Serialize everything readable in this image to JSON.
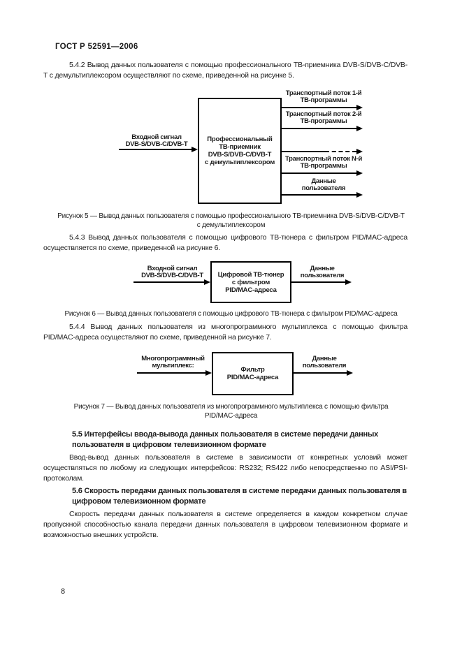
{
  "colors": {
    "background": "#ffffff",
    "text": "#1c1c1c",
    "diagram_line": "#000000"
  },
  "page": {
    "header": "ГОСТ Р 52591—2006",
    "page_number": "8"
  },
  "sections": {
    "p542": "5.4.2 Вывод данных пользователя с помощью профессионального ТВ-приемника DVB-S/DVB-C/DVB-T с демультиплексором осуществляют по схеме, приведенной на рисунке 5.",
    "p543": "5.4.3 Вывод данных пользователя с помощью цифрового ТВ-тюнера с фильтром PID/MAC-адреса осуществляется по схеме, приведенной на рисунке 6.",
    "p544": "5.4.4 Вывод данных пользователя из многопрограммного мультиплекса с помощью фильтра PID/MAC-адреса осуществляют по схеме, приведенной на рисунке 7.",
    "h55_line1": "5.5 Интерфейсы ввода-вывода данных пользователя в системе передачи данных",
    "h55_line2": "пользователя в цифровом телевизионном формате",
    "p55": "Ввод-вывод данных пользователя в системе в зависимости от конкретных условий может осуществляться по любому из следующих интерфейсов: RS232; RS422 либо непосредственно по ASI/PSI-протоколам.",
    "h56_line1": "5.6 Скорость передачи данных пользователя в системе передачи данных пользователя в",
    "h56_line2": "цифровом телевизионном формате",
    "p56": "Скорость передачи данных пользователя в системе определяется в каждом конкретном случае пропускной способностью канала передачи данных пользователя в цифровом телевизионном формате и возможностью внешних устройств."
  },
  "figure5": {
    "input_line1": "Входной сигнал",
    "input_line2": "DVB-S/DVB-C/DVB-T",
    "box_line1": "Профессиональный",
    "box_line2": "ТВ-приемник",
    "box_line3": "DVB-S/DVB-C/DVB-T",
    "box_line4": "с демультиплексором",
    "out1_line1": "Транспортный поток 1-й",
    "out1_line2": "ТВ-программы",
    "out2_line1": "Транспортный поток 2-й",
    "out2_line2": "ТВ-программы",
    "out4_line1": "Транспортный поток N-й",
    "out4_line2": "ТВ-программы",
    "out5_line1": "Данные",
    "out5_line2": "пользователя",
    "caption_line1": "Рисунок 5 — Вывод данных пользователя с помощью профессионального ТВ-приемника DVB-S/DVB-C/DVB-T",
    "caption_line2": "с демультиплексором"
  },
  "figure6": {
    "input_line1": "Входной сигнал",
    "input_line2": "DVB-S/DVB-C/DVB-T",
    "box_line1": "Цифровой ТВ-тюнер",
    "box_line2": "с фильтром",
    "box_line3": "PID/MAC-адреса",
    "out_line1": "Данные",
    "out_line2": "пользователя",
    "caption": "Рисунок 6 — Вывод данных пользователя с помощью цифрового ТВ-тюнера с фильтром PID/MAC-адреса"
  },
  "figure7": {
    "input_line1": "Многопрограммный",
    "input_line2": "мультиплекс:",
    "box_line1": "Фильтр",
    "box_line2": "PID/MAC-адреса",
    "out_line1": "Данные",
    "out_line2": "пользователя",
    "caption_line1": "Рисунок 7 — Вывод данных пользователя из многопрограммного мультиплекса с помощью фильтра",
    "caption_line2": "PID/MAC-адреса"
  }
}
